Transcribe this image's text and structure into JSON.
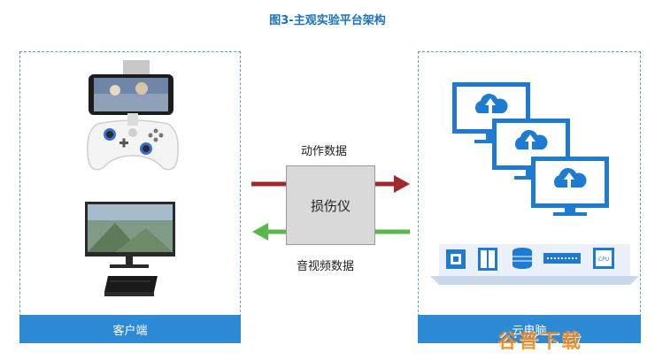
{
  "title": "图3-主观实验平台架构",
  "client": {
    "label": "客户端"
  },
  "cloud": {
    "label": "云电脑"
  },
  "center": {
    "label": "损伤仪"
  },
  "arrows": {
    "upstream_label": "动作数据",
    "downstream_label": "音视频数据",
    "upstream_color": "#a0282f",
    "downstream_color": "#57b947"
  },
  "hardware": {
    "cpu_label": "CPU"
  },
  "watermark": "谷普下载",
  "colors": {
    "accent": "#2f8ad6",
    "title": "#1a73c2"
  }
}
